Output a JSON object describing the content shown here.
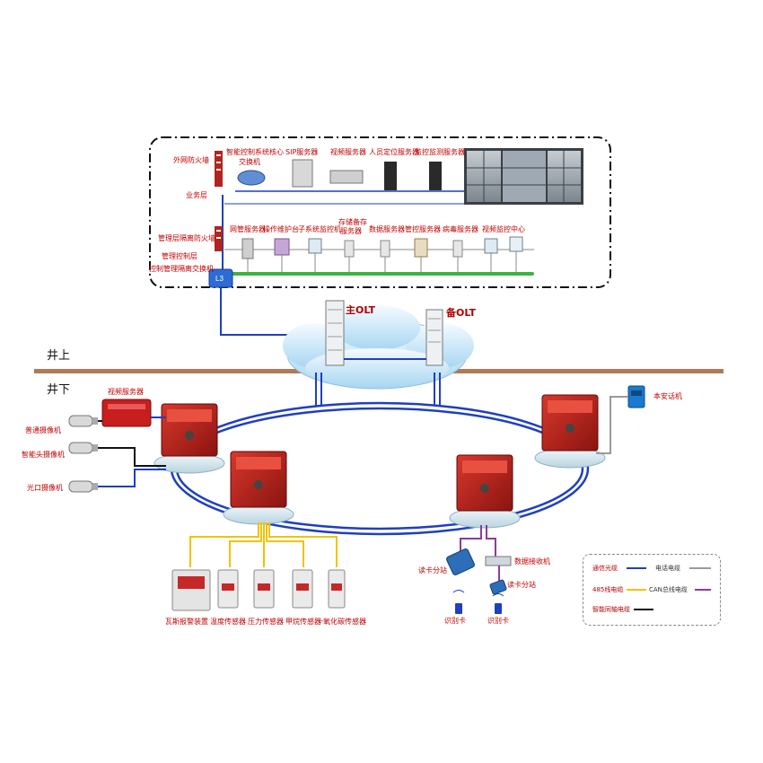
{
  "colors": {
    "fiber": "#1f3fbf",
    "power": "#9a9a9a",
    "rs485": "#f2c200",
    "can": "#8e3a9e",
    "video": "#111111",
    "bus": "#3cb43c",
    "ground": "#b07a58",
    "box_red": "#b11d16"
  },
  "top": {
    "row1": {
      "firewall": "外网防火墙",
      "core_system": [
        "智能控制系统核心",
        "交换机"
      ],
      "sip_server": "SIP服务器",
      "video_server": "视频服务器",
      "positioning_server": "人员定位服务器",
      "monitor_server": "监控监测服务器"
    },
    "business_layer": "业务层",
    "row2": {
      "mgmt_firewall": "管理层隔离防火墙",
      "mgmt_control": "管理控制层",
      "control_switch": "控制管理隔离交换机",
      "network_server": "网管服务器",
      "maintenance": "操作维护台",
      "subsystem_monitor": "子系统监控机",
      "storage_backup": [
        "存储备存",
        "服务器"
      ],
      "data_server": "数据服务器",
      "management_server": "管控服务器",
      "antivirus_server": "病毒服务器",
      "video_center": "视频监控中心"
    }
  },
  "olt": {
    "main": "主OLT",
    "backup": "备OLT"
  },
  "areas": {
    "above": "井上",
    "below": "井下"
  },
  "underground": {
    "video_server": "视频服务器",
    "normal_camera": "普通摄像机",
    "pan_camera": "智能头摄像机",
    "optical_camera": "光口摄像机",
    "safety_phone": "本安话机",
    "reader_station_1": "读卡分站",
    "reader_station_2": "读卡分站",
    "data_receiver": "数据接收机",
    "id_card_1": "识别卡",
    "id_card_2": "识别卡"
  },
  "sensors": {
    "labels": [
      "瓦斯报警装置",
      "温度传感器",
      "压力传感器",
      "甲烷传感器",
      "一氧化碳传感器"
    ]
  },
  "legend": {
    "fiber": "通信光缆",
    "power": "电话电缆",
    "rs485": "485线电缆",
    "can": "CAN总线电缆",
    "video": "智能同轴电缆"
  }
}
